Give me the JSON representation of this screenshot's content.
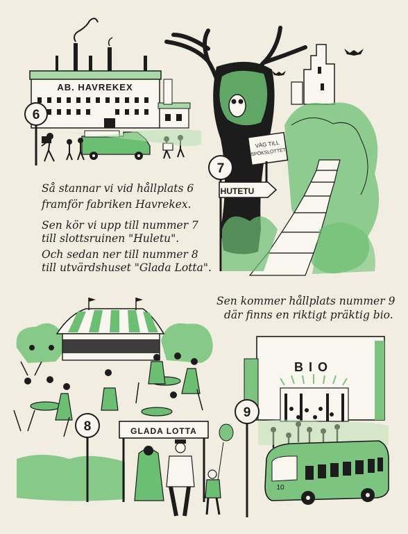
{
  "panels": {
    "factory": {
      "sign": "AB. HAVREKEX",
      "stop_number": "6",
      "text": [
        "Så stannar vi vid hållplats 6",
        "framför fabriken Havrekex.",
        "Sen kör vi upp till nummer 7",
        "till slottsruinen \"Huletu\".",
        "Och sedan ner till nummer 8",
        "till utvärdshuset \"Glada Lotta\"."
      ]
    },
    "castle": {
      "stop_number": "7",
      "arrow_sign": "HUTETU",
      "board_line1": "VÄG TILL",
      "board_line2": "SPÖKSLOTTET"
    },
    "inn": {
      "stop_number": "8",
      "gate_sign": "GLADA LOTTA"
    },
    "cinema": {
      "text": [
        "Sen kommer hållplats nummer 9",
        "där finns en riktigt präktig bio."
      ],
      "sign": "BIO",
      "stop_number": "9",
      "bus_number": "10"
    }
  },
  "colors": {
    "paper": "#f2ede1",
    "ink": "#1c1c1c",
    "green": "#7cc47f",
    "light_green": "#b7e0b2"
  }
}
